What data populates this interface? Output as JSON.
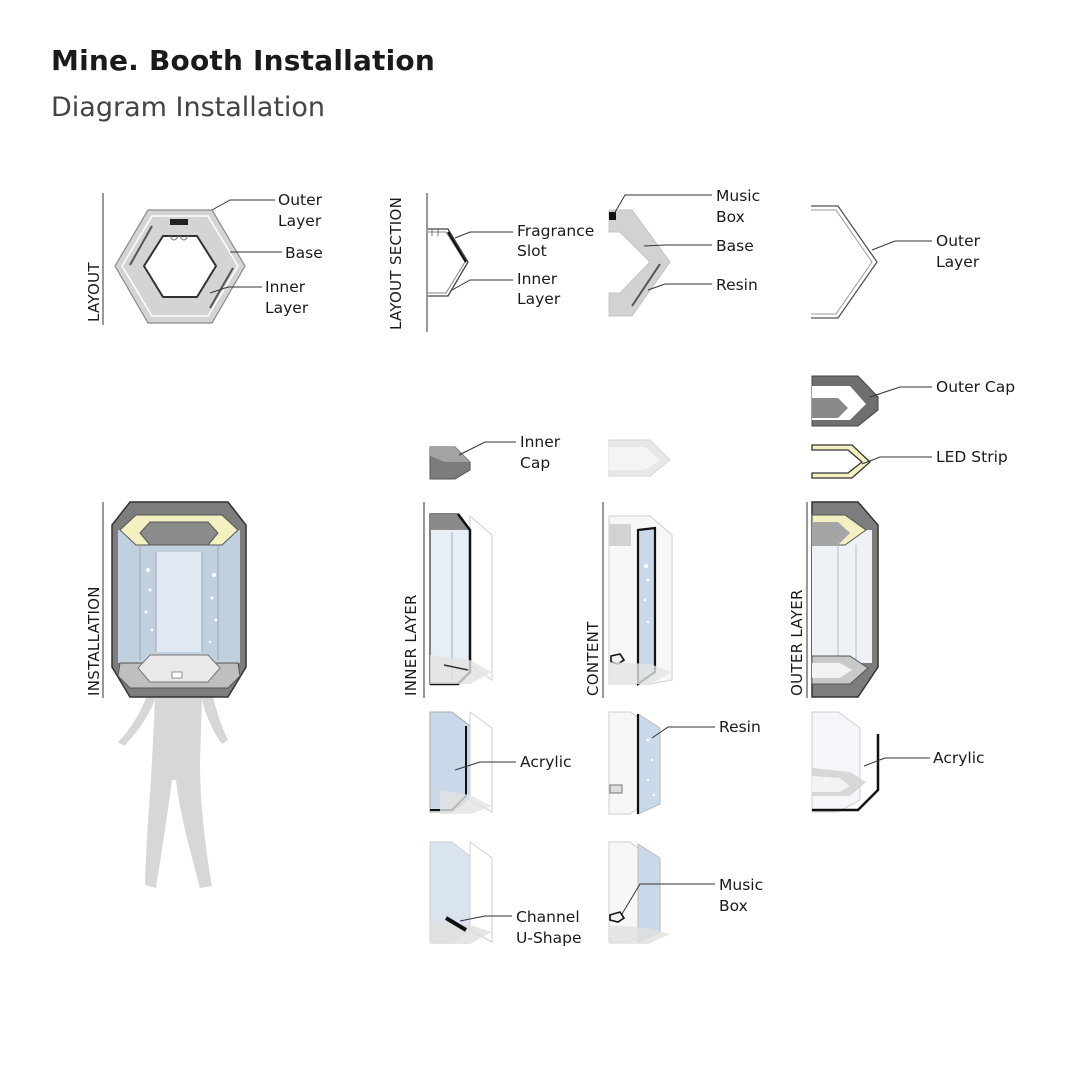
{
  "header": {
    "title": "Mine. Booth Installation",
    "subtitle": "Diagram Installation"
  },
  "sections": {
    "layout": "LAYOUT",
    "layout_section": "LAYOUT SECTION",
    "installation": "INSTALLATION",
    "inner_layer": "INNER LAYER",
    "content": "CONTENT",
    "outer_layer": "OUTER LAYER"
  },
  "labels": {
    "layout_outer_1": "Outer",
    "layout_outer_2": "Layer",
    "layout_base": "Base",
    "layout_inner_1": "Inner",
    "layout_inner_2": "Layer",
    "sec_fragrance_1": "Fragrance",
    "sec_fragrance_2": "Slot",
    "sec_inner_1": "Inner",
    "sec_inner_2": "Layer",
    "sec_music_1": "Music",
    "sec_music_2": "Box",
    "sec_base": "Base",
    "sec_resin": "Resin",
    "sec_outer_1": "Outer",
    "sec_outer_2": "Layer",
    "outer_cap": "Outer Cap",
    "led_strip": "LED Strip",
    "inner_cap_1": "Inner",
    "inner_cap_2": "Cap",
    "acrylic_inner": "Acrylic",
    "channel_1": "Channel",
    "channel_2": "U-Shape",
    "resin_content": "Resin",
    "music_content_1": "Music",
    "music_content_2": "Box",
    "acrylic_outer": "Acrylic"
  },
  "colors": {
    "base_gray": "#cfcfcf",
    "dark_gray": "#8c8c8c",
    "acrylic_blue": "#c9d9ea",
    "led_yellow": "#f3f1c2",
    "silhouette": "#d7d7d7"
  }
}
